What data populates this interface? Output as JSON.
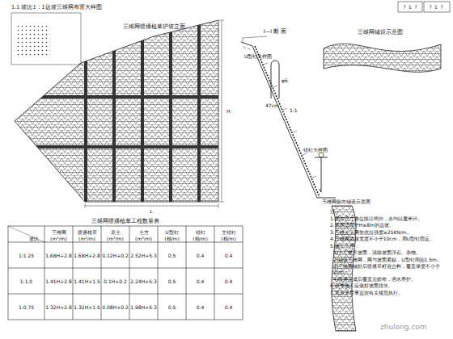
{
  "diagram": {
    "labels": [
      "1.1 坡比1：1边坡三维网布置大样图",
      "三维网喷播植草护坡立面",
      "L",
      "H",
      "I—I 断 面",
      "三维网铺设示意图",
      "U型钉大样图",
      "φ6",
      "47cm",
      "锚钉大样图",
      "1:1",
      "三维网纵向铺设示意图",
      "三维网喷播植草工程数量表",
      "坡比",
      "三维网",
      "喷播植草",
      "表土",
      "土方",
      "U型钉",
      "锚钉",
      "主锚钉",
      "(m²/m)",
      "(m²/m)",
      "(m³/m)",
      "(m³/m)",
      "(根/m)",
      "(根/m)",
      "(根/m)",
      "1:1.25",
      "1.6BH+2.8",
      "1.6BH+2.8",
      "0.12H+0.2",
      "2.52H+5.3",
      "0.5",
      "0.4",
      "0.4",
      "1:1.0",
      "1.41H+2.8",
      "1.41H+1.5",
      "0.1H+0.2",
      "2.24H+5.3",
      "0.5",
      "0.4",
      "0.4",
      "1:0.75",
      "1.32H+2.8",
      "1.32H+1.5",
      "0.08H+0.2",
      "1.98H+5.3",
      "0.5",
      "0.4",
      "0.4",
      "注：",
      "1.图中尺寸单位除注明外，余均以厘米计。",
      "2.本图适用于H≤8m的边坡。",
      "3.三维土工网垫抗拉强度≥25KN/m。",
      "4.三维网搭接宽度不小于10cm，用U型钉固定。",
      "5.施工工序：",
      "1)人工整平坡面，清除坡面浮石、杂物。",
      "2)铺设三维网，网与坡面紧贴，U型钉间距1.5m。",
      "3)三维网铺好后喷播草籽混合料，覆盖厚度不小于2cm。",
      "4)喷播完成后覆盖无纺布，洒水养护。",
      "6.雨季施工应做好坡面排水。",
      "7.其余未尽事宜按有关规范执行。",
      "zhulong.com",
      "?",
      "1",
      "?",
      "?",
      "1",
      "?"
    ]
  }
}
